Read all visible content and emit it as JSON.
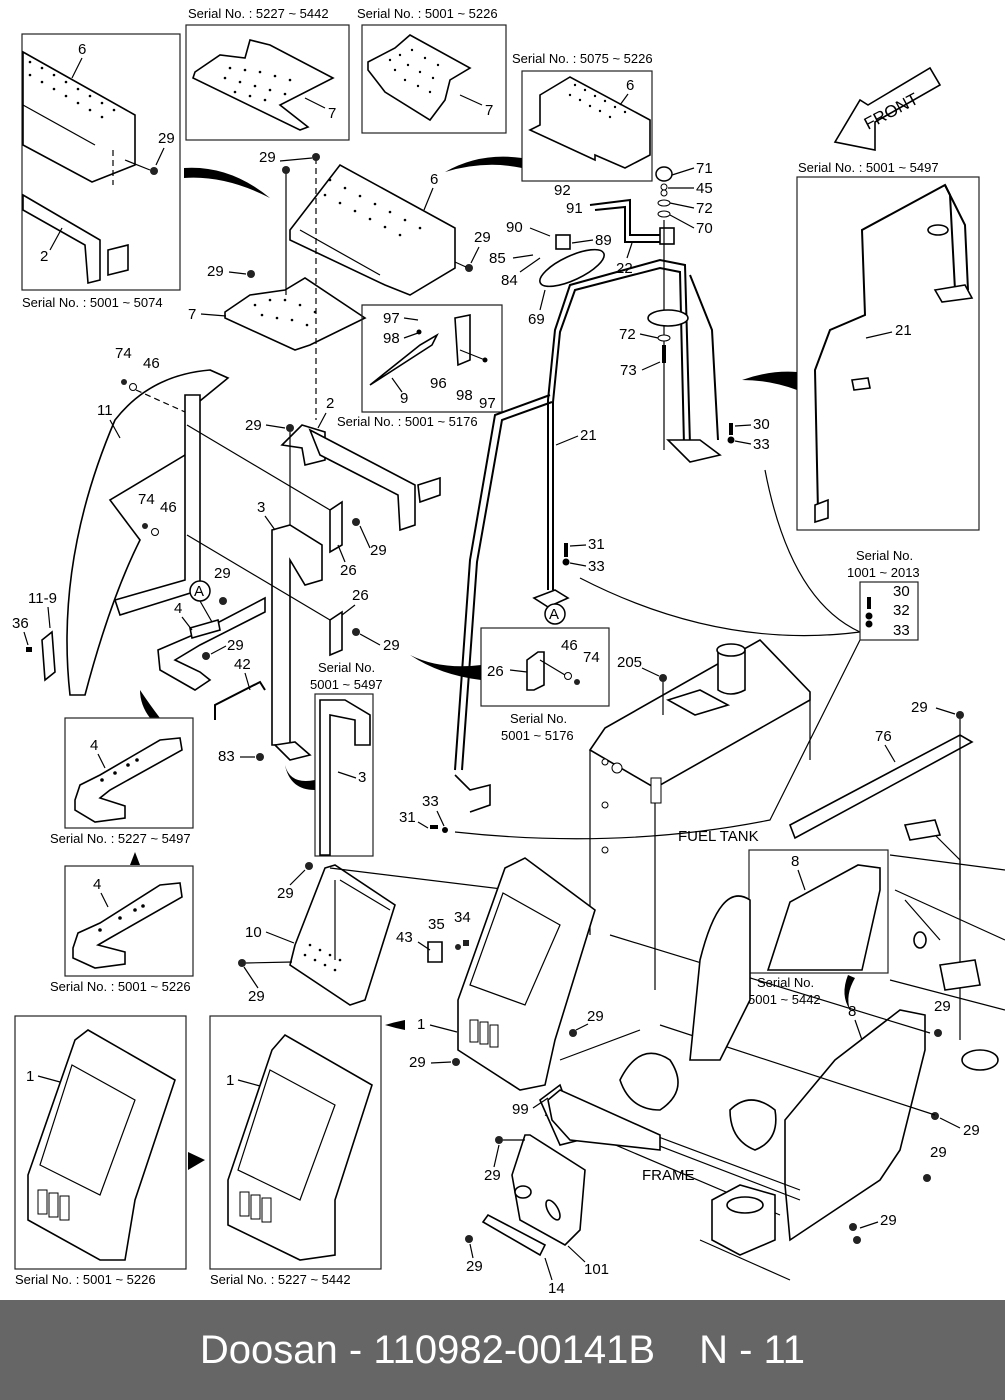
{
  "footer": {
    "brand": "Doosan",
    "separator": " - ",
    "part_number": "110982-00141B",
    "page": "N - 11"
  },
  "direction_arrow": {
    "label": "FRONT"
  },
  "area_labels": {
    "fuel_tank": "FUEL TANK",
    "frame": "FRAME"
  },
  "serial_labels": {
    "s5227_5442_top": "Serial No. : 5227 ~ 5442",
    "s5001_5226_top": "Serial No. : 5001 ~ 5226",
    "s5075_5226": "Serial No. : 5075 ~ 5226",
    "s5001_5074": "Serial No. : 5001 ~ 5074",
    "s5001_5497_handrail": "Serial No. : 5001 ~ 5497",
    "s5001_5176_bracket": "Serial No. : 5001 ~ 5176",
    "s1001_2013_line1": "Serial No.",
    "s1001_2013_line2": "1001 ~ 2013",
    "s5001_5176_bolt_line1": "Serial No.",
    "s5001_5176_bolt_line2": "5001 ~ 5176",
    "s5001_5497_frame_line1": "Serial No.",
    "s5001_5497_frame_line2": "5001 ~ 5497",
    "s5227_5497_arm": "Serial No. : 5227 ~ 5497",
    "s5001_5226_arm": "Serial No. : 5001 ~ 5226",
    "s5001_5442_cover_line1": "Serial No.",
    "s5001_5442_cover_line2": "5001 ~ 5442",
    "s5001_5226_console": "Serial No. : 5001 ~ 5226",
    "s5227_5442_console": "Serial No. : 5227 ~ 5442"
  },
  "callouts": {
    "c1": "1",
    "c2": "2",
    "c3": "3",
    "c4": "4",
    "c6": "6",
    "c7": "7",
    "c8": "8",
    "c9": "9",
    "c10": "10",
    "c11": "11",
    "c11_9": "11-9",
    "c14": "14",
    "c21": "21",
    "c22": "22",
    "c26": "26",
    "c29": "29",
    "c30": "30",
    "c31": "31",
    "c32": "32",
    "c33": "33",
    "c34": "34",
    "c35": "35",
    "c36": "36",
    "c42": "42",
    "c43": "43",
    "c45": "45",
    "c46": "46",
    "c69": "69",
    "c70": "70",
    "c71": "71",
    "c72": "72",
    "c73": "73",
    "c74": "74",
    "c76": "76",
    "c83": "83",
    "c84": "84",
    "c85": "85",
    "c89": "89",
    "c90": "90",
    "c91": "91",
    "c92": "92",
    "c96": "96",
    "c97": "97",
    "c98": "98",
    "c99": "99",
    "c101": "101",
    "c205": "205",
    "circle_a": "A"
  }
}
